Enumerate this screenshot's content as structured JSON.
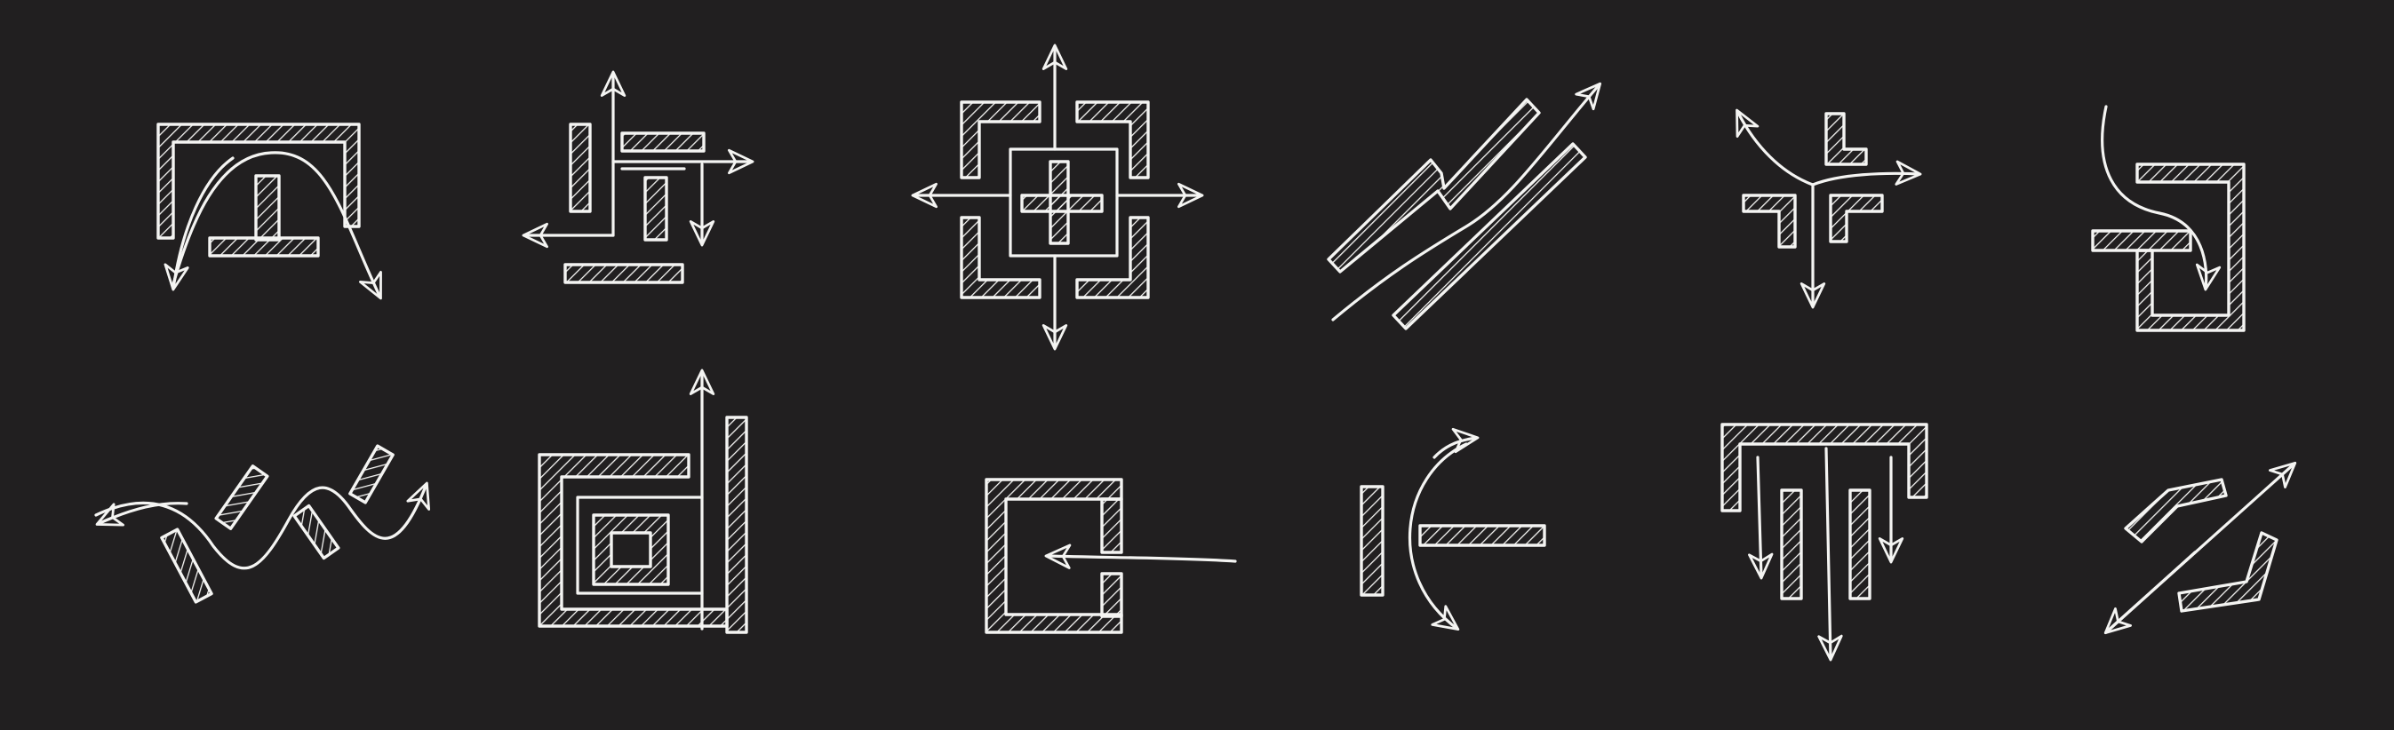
{
  "canvas": {
    "background": "#211f20",
    "ink": "#f4f4f2"
  },
  "sketches": [
    {
      "id": "arch-path"
    },
    {
      "id": "pinwheel-paths"
    },
    {
      "id": "cross-radial"
    },
    {
      "id": "diagonal-offset"
    },
    {
      "id": "branching-paths"
    },
    {
      "id": "hook-spiral"
    },
    {
      "id": "wave-path"
    },
    {
      "id": "nested-square-exit"
    },
    {
      "id": "enter-court"
    },
    {
      "id": "curved-bypass"
    },
    {
      "id": "comb-down"
    },
    {
      "id": "diagonal-pass"
    }
  ]
}
